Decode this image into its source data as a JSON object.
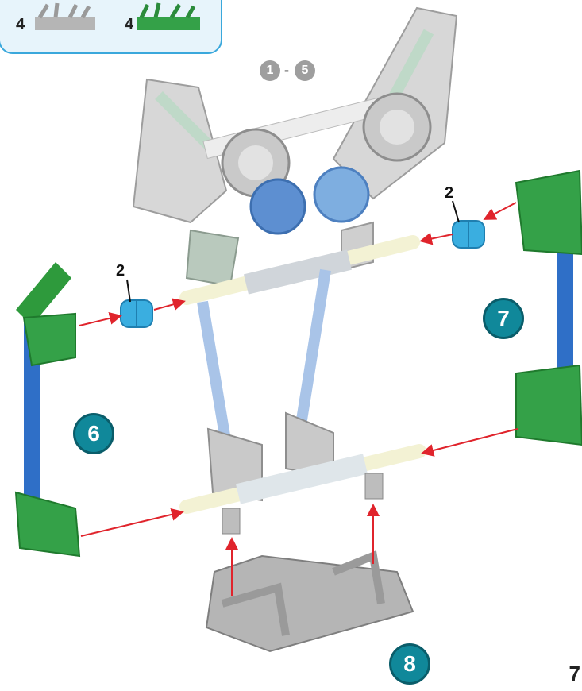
{
  "parts_box": {
    "items": [
      {
        "quantity": "4",
        "part": "gray-clip-connector"
      },
      {
        "quantity": "4",
        "part": "green-clip-connector"
      }
    ]
  },
  "step_range": {
    "from": "1",
    "separator": "-",
    "to": "5"
  },
  "steps": [
    {
      "number": "6"
    },
    {
      "number": "7"
    },
    {
      "number": "8"
    }
  ],
  "spacer_counts": {
    "left": "2",
    "right": "2"
  },
  "page_number": "7",
  "colors": {
    "accent_border": "#3aa8dc",
    "badge_fill": "#10889a",
    "arrow": "#e0242c",
    "green_part": "#2e9a3c",
    "blue_rod": "#2f6fc7",
    "gray_part": "#a9a9a9"
  }
}
